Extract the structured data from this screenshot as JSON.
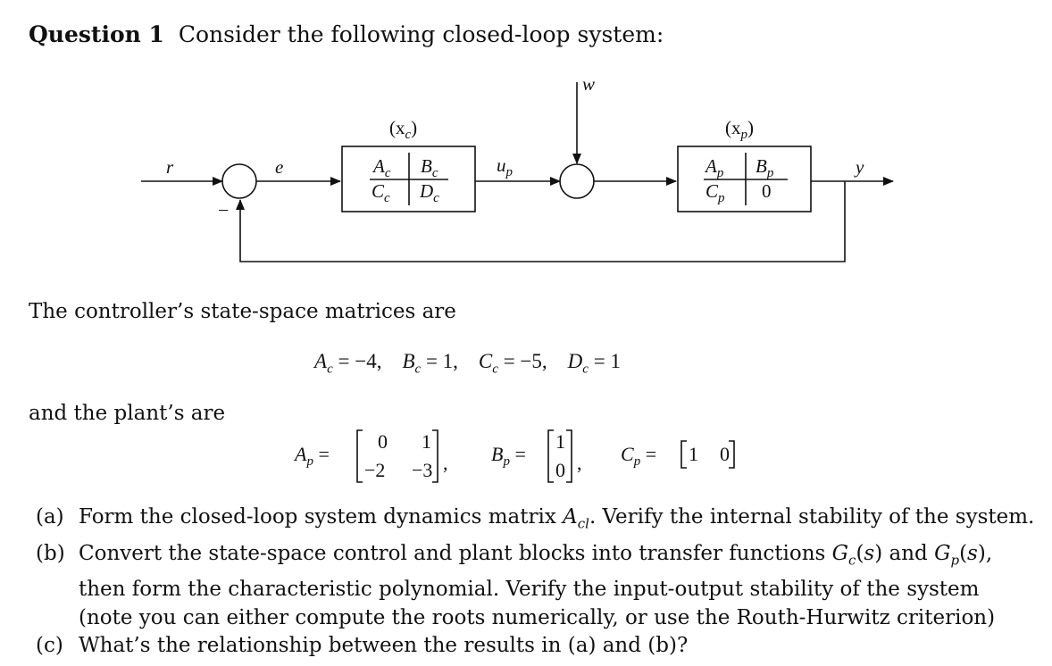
{
  "question": {
    "number_label": "Question 1",
    "intro": "Consider the following closed-loop system:"
  },
  "diagram": {
    "r": "r",
    "e": "e",
    "up": "u",
    "up_sub": "p",
    "w": "w",
    "y": "y",
    "minus": "−",
    "controller": {
      "state": "(x",
      "state_sub": "c",
      "A": "A",
      "B": "B",
      "C": "C",
      "D": "D",
      "sub": "c"
    },
    "plant": {
      "state": "(x",
      "state_sub": "p",
      "A": "A",
      "B": "B",
      "C": "C",
      "zero": "0",
      "sub": "p"
    }
  },
  "text": {
    "controller_matrices": "The controller’s state-space matrices are",
    "plant_are": "and the plant’s are"
  },
  "controller_values": {
    "Ac": "−4,",
    "Bc": "1,",
    "Cc": "−5,",
    "Dc": "1"
  },
  "plant_values": {
    "Ap": [
      "0",
      "1",
      "−2",
      "−3"
    ],
    "Bp": [
      "1",
      "0"
    ],
    "Cp": [
      "1",
      "0"
    ]
  },
  "parts": [
    {
      "label": "(a)",
      "text": "Form the closed-loop system dynamics matrix A_cl. Verify the internal stability of the system."
    },
    {
      "label": "(b)",
      "text": "Convert the state-space control and plant blocks into transfer functions G_c(s) and G_p(s), then form the characteristic polynomial. Verify the input-output stability of the system (note you can either compute the roots numerically, or use the Routh-Hurwitz criterion)"
    },
    {
      "label": "(c)",
      "text": "What’s the relationship between the results in (a) and (b)?"
    }
  ]
}
